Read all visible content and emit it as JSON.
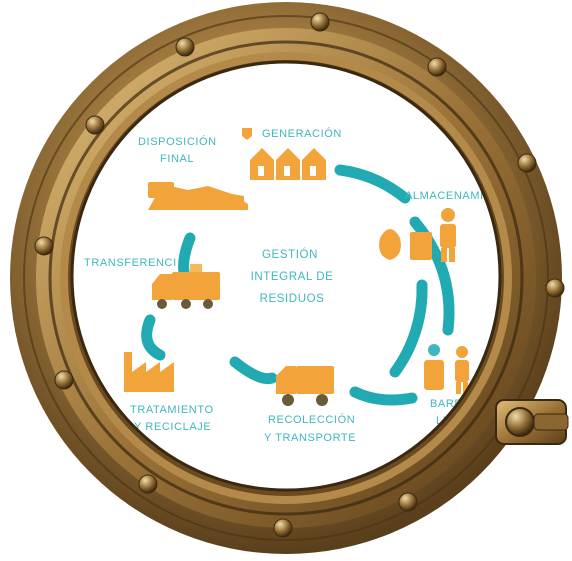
{
  "colors": {
    "cycle_teal": "#22aab3",
    "label_teal": "#3fb7bf",
    "icon_orange": "#f2a43a",
    "frame_brass": "#a37c40",
    "frame_dark": "#5a3f1c"
  },
  "center": {
    "line1": "GESTIÓN",
    "line2": "INTEGRAL DE",
    "line3": "RESIDUOS"
  },
  "stages": [
    {
      "id": "generacion",
      "lines": [
        "GENERACIÓN"
      ],
      "icon": "houses-icon"
    },
    {
      "id": "almacenamiento",
      "lines": [
        "ALMACENAMIE"
      ],
      "icon": "trash-bag-worker-icon"
    },
    {
      "id": "barrido",
      "lines": [
        "BARRIDO",
        "LIMPI"
      ],
      "icon": "sweeper-icon"
    },
    {
      "id": "recoleccion",
      "lines": [
        "RECOLECCIÓN",
        "Y TRANSPORTE"
      ],
      "icon": "garbage-truck-icon"
    },
    {
      "id": "tratamiento",
      "lines": [
        "TRATAMIENTO",
        "Y RECICLAJE"
      ],
      "icon": "factory-icon"
    },
    {
      "id": "transferencia",
      "lines": [
        "TRANSFERENCI"
      ],
      "icon": "transfer-truck-icon"
    },
    {
      "id": "disposicion",
      "lines": [
        "DISPOSICIÓN",
        "FINAL"
      ],
      "icon": "landfill-icon"
    }
  ]
}
